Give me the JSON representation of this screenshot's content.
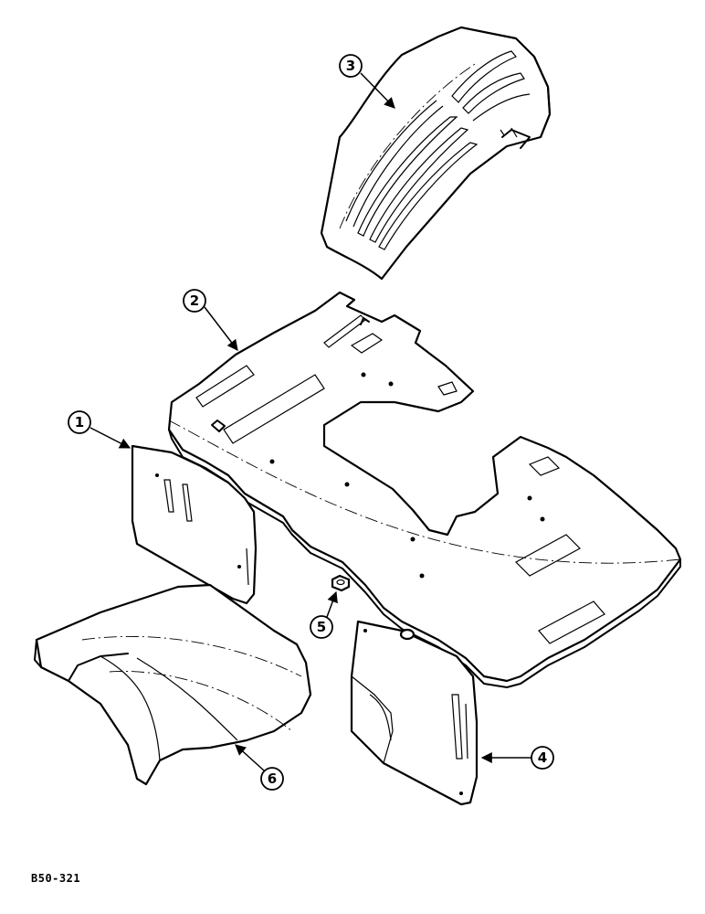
{
  "diagram": {
    "callouts": [
      {
        "label": "1"
      },
      {
        "label": "2"
      },
      {
        "label": "3"
      },
      {
        "label": "4"
      },
      {
        "label": "5"
      },
      {
        "label": "6"
      }
    ],
    "drawing_code": "B50-321"
  },
  "colors": {
    "line": "#000000",
    "background": "#ffffff"
  }
}
